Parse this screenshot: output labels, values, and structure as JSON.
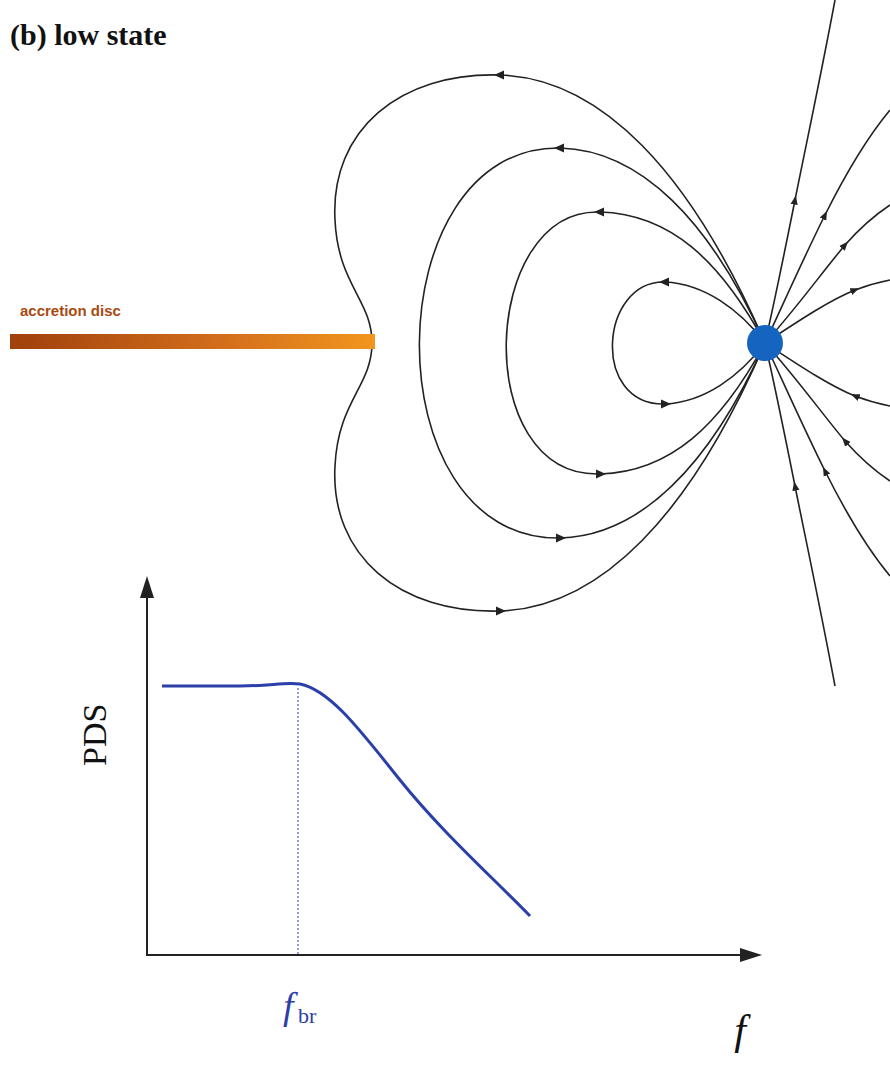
{
  "diagram": {
    "title": "(b) low state",
    "nodes": [
      {
        "text": [
          "accretion disc"
        ]
      }
    ],
    "labels": [
      "PDS",
      "f",
      "br",
      "f"
    ]
  }
}
